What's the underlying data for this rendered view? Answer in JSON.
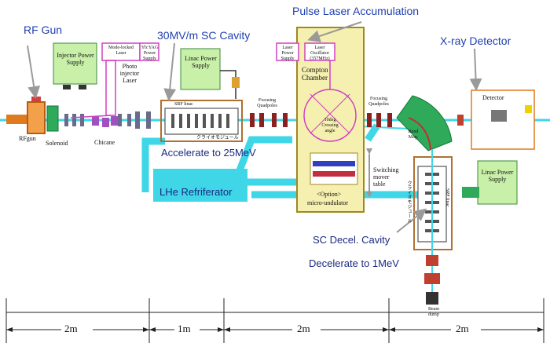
{
  "labels": {
    "rf_gun": "RF Gun",
    "sc_cavity": "30MV/m SC Cavity",
    "pulse_laser": "Pulse Laser Accumulation",
    "xray_detector": "X-ray Detector",
    "accelerate": "Accelerate to 25MeV",
    "lhe": "LHe Refriferator",
    "sc_decel": "SC Decel. Cavity",
    "decelerate": "Decelerate to 1MeV"
  },
  "components": {
    "injector_ps": "Injector Power Supply",
    "mode_locked_laser": "Mode-locked Laser",
    "yag_ps": "Yb:YAG Power Supply",
    "photo_injector_laser": "Photo injector Laser",
    "linac_ps": "Linac Power Supply",
    "laser_ps": "Laser Power Supply",
    "laser_oscillator": "Laser Oscillator (357MHz)",
    "compton_chamber": "Compton Chamber",
    "srf_linac": "SRF linac",
    "cryo_module": "クライオモジュール",
    "rfgun": "RFgun",
    "solenoid": "Solenoid",
    "chicane": "Chicane",
    "focusing_quad_1": "Focusing Quadpoles",
    "focusing_quad_2": "Focusing Quadpoles",
    "crossing_angle": "10deg Crossing angle",
    "bend_mag": "Bend Mag.",
    "detector": "Detector",
    "switching_table": "Switching mover table",
    "option": "<Option>",
    "micro_undulator": "micro-undulator",
    "linac_ps_2": "Linac Power Supply",
    "srf_linac_2": "SRF linac",
    "cryo_module_2": "クライオモジュール",
    "beam_dump": "Beam dump"
  },
  "scale": [
    "2m",
    "1m",
    "2m",
    "2m"
  ]
}
